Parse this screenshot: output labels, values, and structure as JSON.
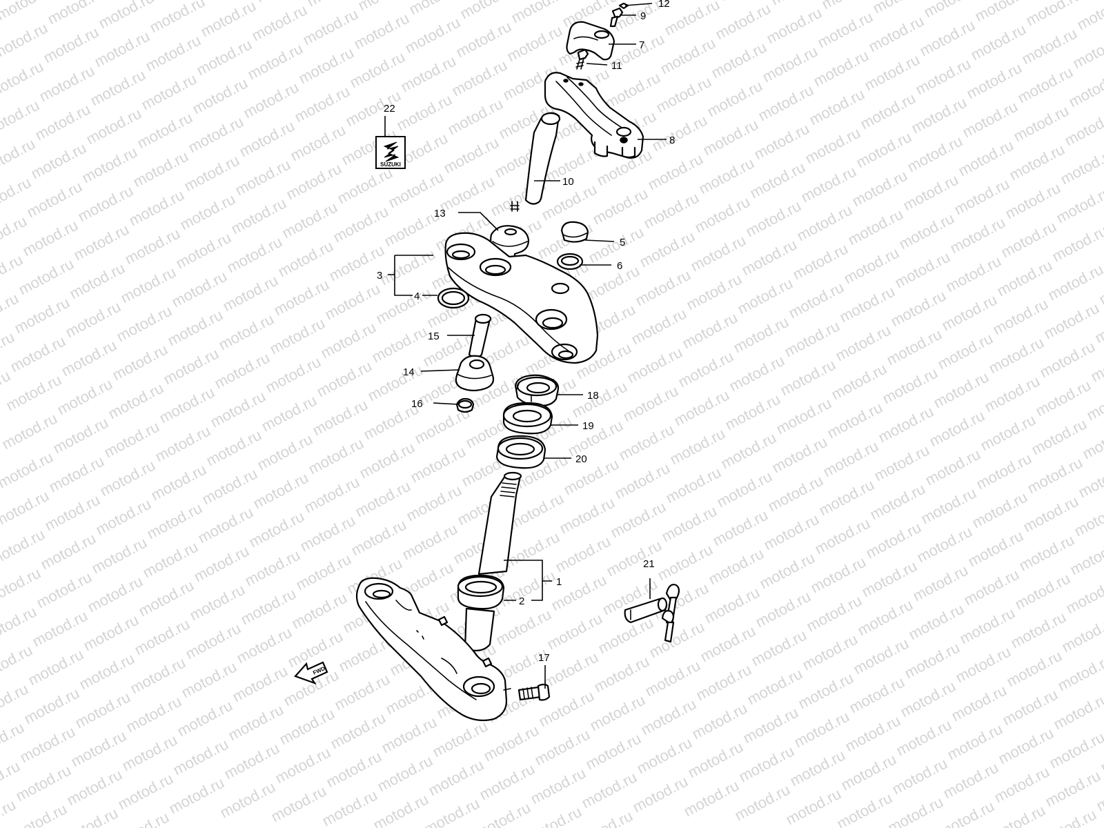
{
  "watermark": {
    "text": "motod.ru"
  },
  "labels": {
    "p1": "1",
    "p2": "2",
    "p3": "3",
    "p4": "4",
    "p5": "5",
    "p6": "6",
    "p7": "7",
    "p8": "8",
    "p9": "9",
    "p10": "10",
    "p11": "11",
    "p12": "12",
    "p13": "13",
    "p14": "14",
    "p15": "15",
    "p16": "16",
    "p17": "17",
    "p18": "18",
    "p19": "19",
    "p20": "20",
    "p21": "21",
    "p22": "22"
  },
  "emblem_text": "SUZUKI",
  "direction_arrow_text": "FWD",
  "colors": {
    "line": "#000000",
    "watermark": "#d4d4d4",
    "background": "#ffffff"
  }
}
